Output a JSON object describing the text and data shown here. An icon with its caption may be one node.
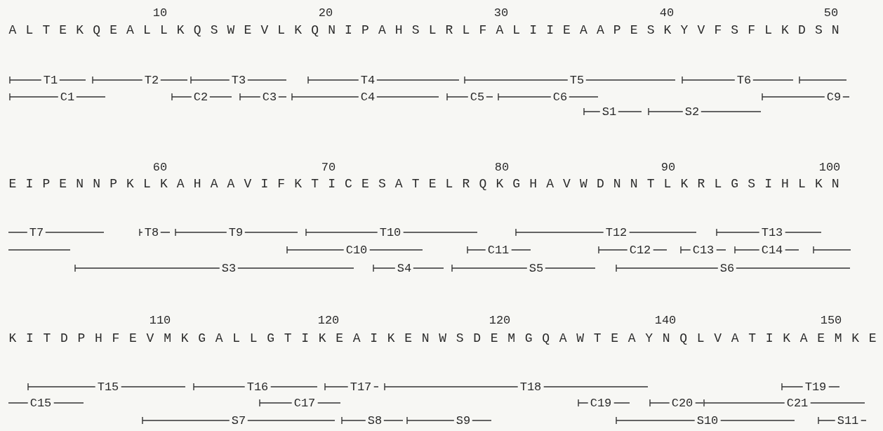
{
  "diagram": {
    "labels": [
      "10",
      "20",
      "30",
      "40",
      "50",
      "A L T E K Q E A L L K Q S W E V L K Q N I P A H S L R L F A L I I E A A P E S K Y V F S F L K D S N",
      "T1",
      "T2",
      "T3",
      "T4",
      "T5",
      "T6",
      "C1",
      "C2",
      "C3",
      "C4",
      "C5",
      "C6",
      "C9",
      "S1",
      "S2",
      "60",
      "70",
      "80",
      "90",
      "100",
      "E I P E N N P K L K A H A A V I F K T I C E S A T E L R Q K G H A V W D N N T L K R L G S I H L K N",
      "T7",
      "T8",
      "T9",
      "T10",
      "T12",
      "T13",
      "C10",
      "C11",
      "C12",
      "C13",
      "C14",
      "S3",
      "S4",
      "S5",
      "S6",
      "110",
      "120",
      "120",
      "140",
      "150",
      "K I T D P H F E V M K G A L L G T I K E A I K E N W S D E M G Q A W T E A Y N Q L V A T I K A E M K E",
      "T15",
      "T16",
      "T17",
      "T18",
      "T19",
      "C15",
      "C17",
      "C19",
      "C20",
      "C21",
      "S7",
      "S8",
      "S9",
      "S10",
      "S11"
    ]
  }
}
